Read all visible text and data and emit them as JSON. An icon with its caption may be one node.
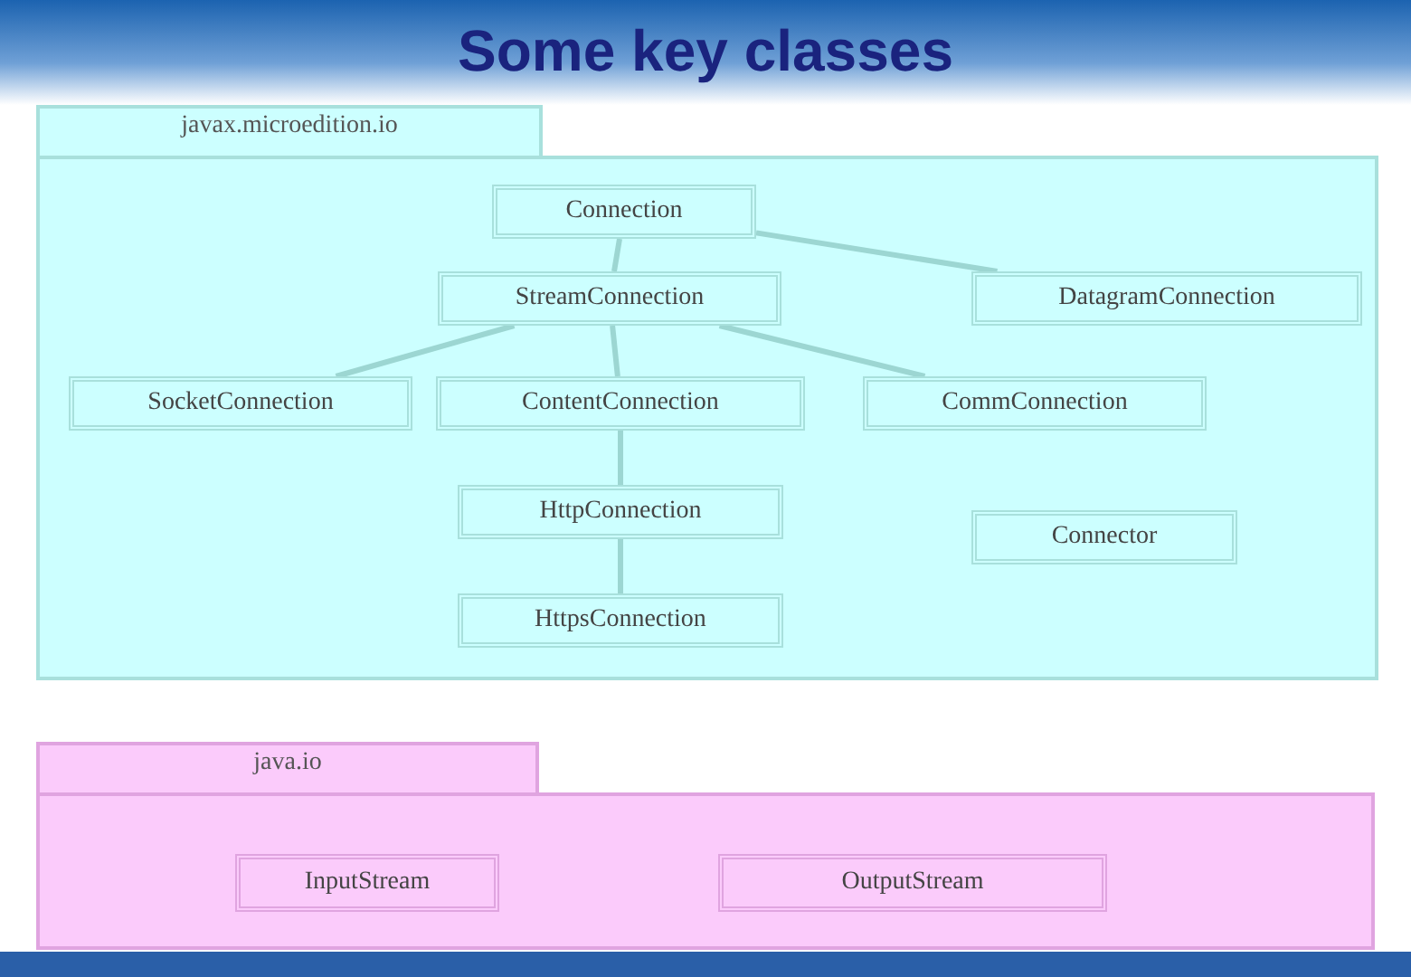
{
  "diagram": {
    "title": "Some key classes",
    "nodes": [
      {
        "text": [
          "javax.microedition.io"
        ]
      },
      {
        "text": [
          "Connection"
        ],
        "in": 0
      },
      {
        "text": [
          "StreamConnection"
        ],
        "in": 0
      },
      {
        "text": [
          "DatagramConnection"
        ],
        "in": 0
      },
      {
        "text": [
          "SocketConnection"
        ],
        "in": 0
      },
      {
        "text": [
          "ContentConnection"
        ],
        "in": 0
      },
      {
        "text": [
          "CommConnection"
        ],
        "in": 0
      },
      {
        "text": [
          "HttpConnection"
        ],
        "in": 0
      },
      {
        "text": [
          "Connector"
        ],
        "in": 0
      },
      {
        "text": [
          "HttpsConnection"
        ],
        "in": 0
      },
      {
        "text": [
          "java.io"
        ]
      },
      {
        "text": [
          "InputStream"
        ],
        "in": 10
      },
      {
        "text": [
          "OutputStream"
        ],
        "in": 10
      }
    ],
    "edges": [
      {
        "from": 1,
        "to": 2,
        "arrow": "none"
      },
      {
        "from": 1,
        "to": 3,
        "arrow": "none"
      },
      {
        "from": 2,
        "to": 4,
        "arrow": "none"
      },
      {
        "from": 2,
        "to": 5,
        "arrow": "none"
      },
      {
        "from": 2,
        "to": 6,
        "arrow": "none"
      },
      {
        "from": 5,
        "to": 7,
        "arrow": "none"
      },
      {
        "from": 7,
        "to": 9,
        "arrow": "none"
      }
    ]
  }
}
